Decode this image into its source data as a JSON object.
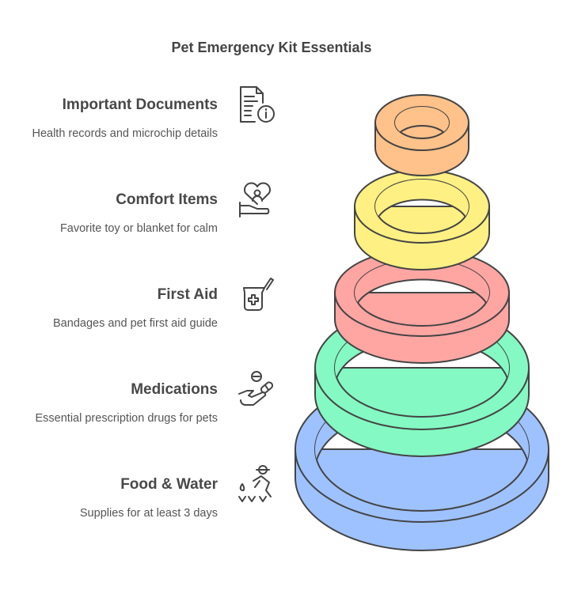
{
  "title": "Pet Emergency Kit Essentials",
  "items": [
    {
      "title": "Important Documents",
      "desc": "Health records and microchip details",
      "icon": "document-info-icon",
      "color": "#FFC28A"
    },
    {
      "title": "Comfort Items",
      "desc": "Favorite toy or blanket for calm",
      "icon": "heart-hand-icon",
      "color": "#FFF083"
    },
    {
      "title": "First Aid",
      "desc": "Bandages and pet first aid guide",
      "icon": "first-aid-kit-icon",
      "color": "#FFA6A3"
    },
    {
      "title": "Medications",
      "desc": "Essential prescription drugs for pets",
      "icon": "pills-hand-icon",
      "color": "#84F9C3"
    },
    {
      "title": "Food & Water",
      "desc": "Supplies for at least 3 days",
      "icon": "farming-water-icon",
      "color": "#9EC2FF"
    }
  ]
}
